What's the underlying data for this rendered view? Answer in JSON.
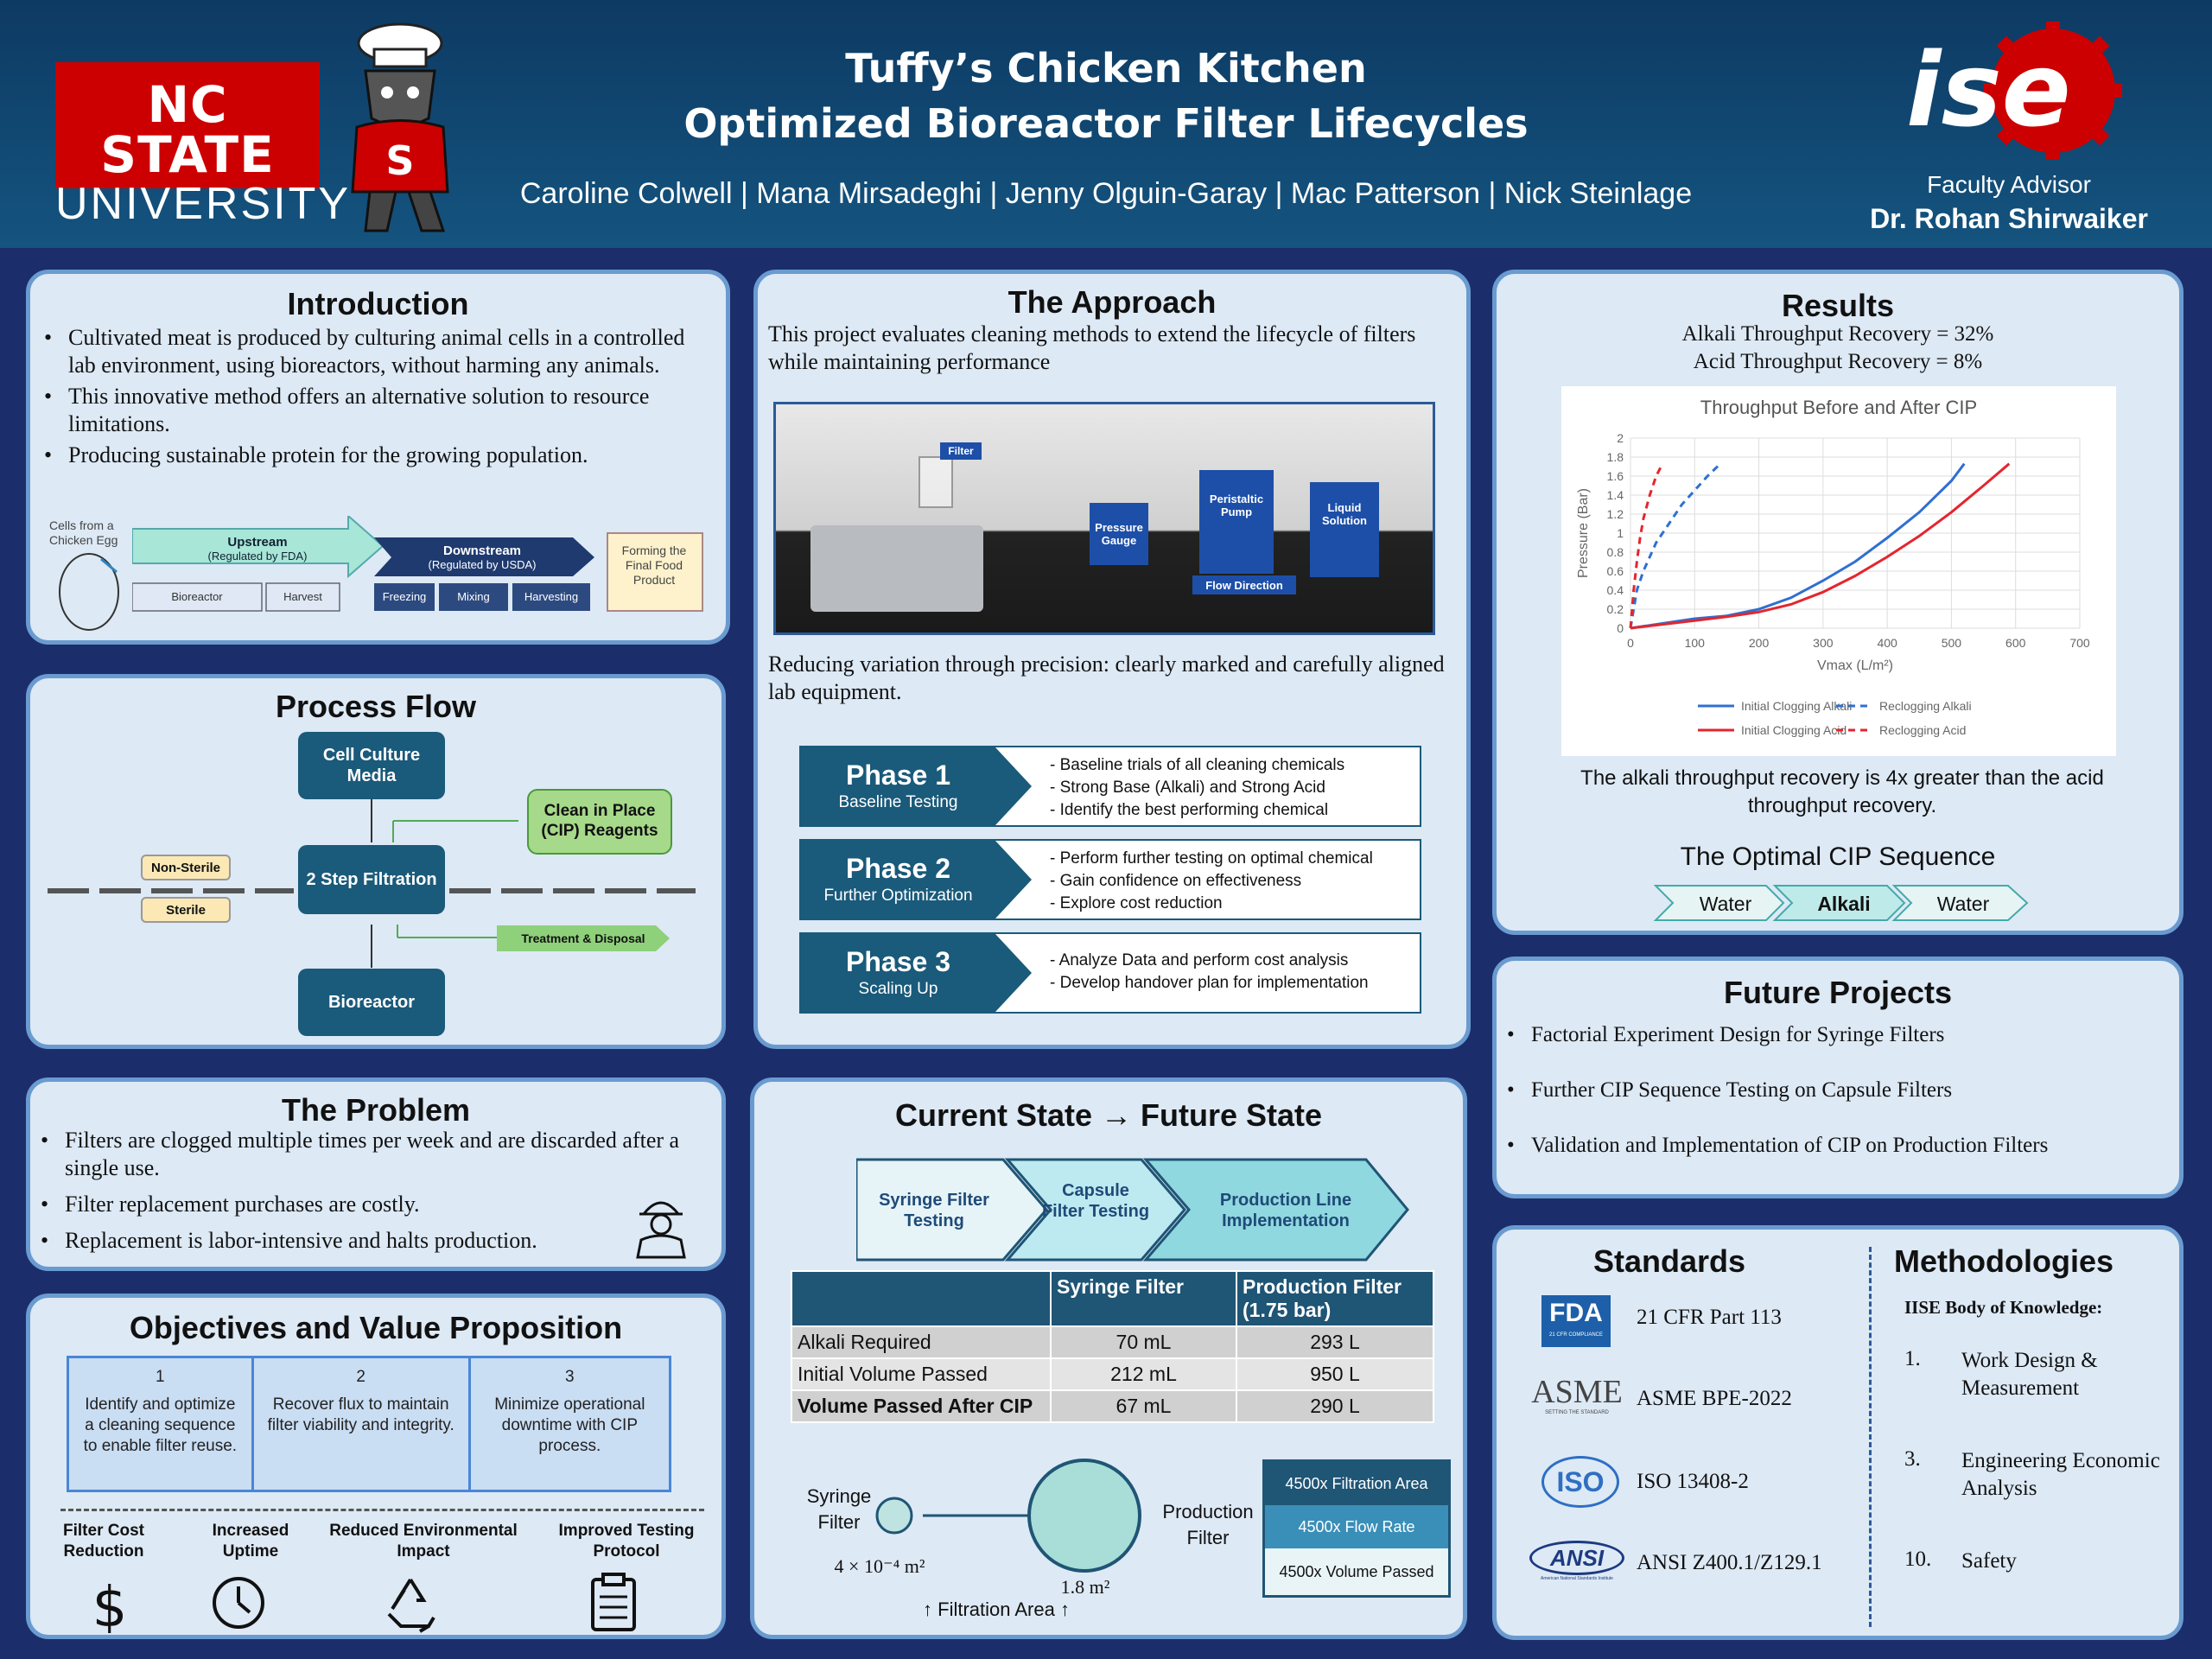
{
  "header": {
    "logo_line1": "NC STATE",
    "logo_line2": "UNIVERSITY",
    "mascot_letter": "S",
    "title_line1": "Tuffy’s Chicken Kitchen",
    "title_line2": "Optimized Bioreactor Filter Lifecycles",
    "authors": "Caroline Colwell | Mana Mirsadeghi | Jenny Olguin-Garay | Mac Patterson | Nick Steinlage",
    "ise_logo": "ise",
    "advisor_label": "Faculty Advisor",
    "advisor_name": "Dr. Rohan Shirwaiker",
    "brand_red": "#cc0000"
  },
  "introduction": {
    "title": "Introduction",
    "bullets": [
      "Cultivated meat is produced by culturing animal cells in a controlled lab environment, using bioreactors, without harming any animals.",
      "This innovative method offers an alternative solution to resource limitations.",
      "Producing sustainable protein for the growing population."
    ],
    "diagram": {
      "egg_label": "Cells from a Chicken Egg",
      "upstream": "Upstream",
      "upstream_sub": "(Regulated by FDA)",
      "downstream": "Downstream",
      "downstream_sub": "(Regulated by USDA)",
      "up_steps": [
        "Bioreactor",
        "Harvest"
      ],
      "down_steps": [
        "Freezing",
        "Mixing",
        "Harvesting"
      ],
      "final": "Forming the Final Food Product"
    }
  },
  "process_flow": {
    "title": "Process Flow",
    "cell_media": "Cell Culture Media",
    "filtration": "2 Step Filtration",
    "bioreactor": "Bioreactor",
    "cip": "Clean in Place (CIP) Reagents",
    "treatment": "Treatment & Disposal",
    "non_sterile": "Non-Sterile",
    "sterile": "Sterile"
  },
  "problem": {
    "title": "The Problem",
    "bullets": [
      "Filters are clogged multiple times per week and are discarded after a single use.",
      "Filter replacement purchases are costly.",
      "Replacement is labor-intensive and halts production."
    ],
    "icon": "worker-icon"
  },
  "objectives": {
    "title": "Objectives and Value Proposition",
    "items": [
      {
        "num": "1",
        "text": "Identify and optimize a cleaning sequence to enable filter reuse."
      },
      {
        "num": "2",
        "text": "Recover flux to maintain filter viability and integrity."
      },
      {
        "num": "3",
        "text": "Minimize operational downtime with CIP process."
      }
    ],
    "values": [
      {
        "label": "Filter Cost Reduction",
        "icon": "dollar-icon"
      },
      {
        "label": "Increased Uptime",
        "icon": "clock-icon"
      },
      {
        "label": "Reduced Environmental Impact",
        "icon": "recycle-icon"
      },
      {
        "label": "Improved Testing Protocol",
        "icon": "clipboard-icon"
      }
    ]
  },
  "approach": {
    "title": "The Approach",
    "intro": "This project evaluates cleaning methods to extend the lifecycle of filters while maintaining performance",
    "photo_labels": {
      "filter": "Filter",
      "gauge": "Pressure Gauge",
      "pump": "Peristaltic Pump",
      "solution": "Liquid Solution",
      "flow": "Flow Direction"
    },
    "caption": "Reducing variation through precision: clearly marked and carefully aligned lab equipment.",
    "phases": [
      {
        "name": "Phase 1",
        "sub": "Baseline Testing",
        "items": [
          "Baseline trials of all cleaning chemicals",
          "Strong Base (Alkali) and Strong Acid",
          "Identify the best performing chemical"
        ]
      },
      {
        "name": "Phase 2",
        "sub": "Further Optimization",
        "items": [
          "Perform further testing on optimal chemical",
          "Gain confidence on effectiveness",
          "Explore cost reduction"
        ]
      },
      {
        "name": "Phase 3",
        "sub": "Scaling Up",
        "items": [
          "Analyze Data and perform cost analysis",
          "Develop handover plan for implementation"
        ]
      }
    ]
  },
  "current_future": {
    "title": "Current State → Future State",
    "steps": [
      "Syringe Filter Testing",
      "Capsule Filter Testing",
      "Production Line Implementation"
    ],
    "table": {
      "headers": [
        "",
        "Syringe Filter",
        "Production Filter (1.75 bar)"
      ],
      "rows": [
        [
          "Alkali Required",
          "70 mL",
          "293 L"
        ],
        [
          "Initial Volume Passed",
          "212 mL",
          "950 L"
        ],
        [
          "Volume Passed After CIP",
          "67 mL",
          "290 L"
        ]
      ]
    },
    "scale": {
      "syringe_label": "Syringe Filter",
      "syringe_area": "4 × 10⁻⁴ m²",
      "production_label": "Production Filter",
      "production_area": "1.8 m²",
      "area_caption": "↑ Filtration Area ↑",
      "stats": [
        "4500x Filtration Area",
        "4500x Flow Rate",
        "4500x Volume Passed"
      ]
    }
  },
  "results": {
    "title": "Results",
    "alkali_recovery": "Alkali Throughput Recovery = 32%",
    "acid_recovery": "Acid Throughput Recovery =  8%",
    "summary": "The alkali throughput recovery is 4x greater than the acid throughput recovery.",
    "cip_title": "The Optimal CIP Sequence",
    "cip_steps": [
      "Water",
      "Alkali",
      "Water"
    ]
  },
  "chart_data": {
    "type": "line",
    "title": "Throughput Before and After CIP",
    "xlabel": "Vmax (L/m²)",
    "ylabel": "Pressure (Bar)",
    "xlim": [
      0,
      700
    ],
    "ylim": [
      0,
      2
    ],
    "xticks": [
      0,
      100,
      200,
      300,
      400,
      500,
      600,
      700
    ],
    "yticks": [
      0,
      0.2,
      0.4,
      0.6,
      0.8,
      1,
      1.2,
      1.4,
      1.6,
      1.8,
      2
    ],
    "grid": true,
    "legend_position": "bottom",
    "series": [
      {
        "name": "Initial Clogging Alkali",
        "color": "#2f6fd1",
        "dash": false,
        "x": [
          0,
          50,
          100,
          150,
          200,
          250,
          300,
          350,
          400,
          450,
          500,
          520
        ],
        "y": [
          0,
          0.05,
          0.1,
          0.13,
          0.2,
          0.32,
          0.5,
          0.7,
          0.95,
          1.22,
          1.55,
          1.73
        ]
      },
      {
        "name": "Initial Clogging Acid",
        "color": "#e3262e",
        "dash": false,
        "x": [
          0,
          50,
          100,
          150,
          200,
          250,
          300,
          350,
          400,
          450,
          500,
          550,
          590
        ],
        "y": [
          0,
          0.04,
          0.08,
          0.12,
          0.17,
          0.25,
          0.38,
          0.55,
          0.75,
          0.97,
          1.22,
          1.5,
          1.73
        ]
      },
      {
        "name": "Reclogging Alkali",
        "color": "#2f6fd1",
        "dash": true,
        "x": [
          0,
          10,
          20,
          40,
          60,
          80,
          100,
          120,
          140
        ],
        "y": [
          0,
          0.4,
          0.6,
          0.9,
          1.1,
          1.3,
          1.45,
          1.6,
          1.73
        ]
      },
      {
        "name": "Reclogging Acid",
        "color": "#e3262e",
        "dash": true,
        "x": [
          0,
          5,
          10,
          15,
          20,
          30,
          40,
          50
        ],
        "y": [
          0,
          0.4,
          0.7,
          0.95,
          1.15,
          1.4,
          1.6,
          1.73
        ]
      }
    ]
  },
  "future_projects": {
    "title": "Future Projects",
    "bullets": [
      "Factorial Experiment Design for Syringe Filters",
      "Further CIP Sequence Testing on Capsule Filters",
      "Validation and Implementation of CIP on Production Filters"
    ]
  },
  "standards": {
    "title": "Standards",
    "items": [
      {
        "logo": "FDA",
        "logo_sub": "21 CFR COMPLIANCE",
        "text": "21 CFR Part 113"
      },
      {
        "logo": "ASME",
        "logo_sub": "SETTING THE STANDARD",
        "text": "ASME BPE-2022"
      },
      {
        "logo": "ISO",
        "logo_sub": "",
        "text": "ISO 13408-2"
      },
      {
        "logo": "ANSI",
        "logo_sub": "American National Standards Institute",
        "text": "ANSI Z400.1/Z129.1"
      }
    ]
  },
  "methodologies": {
    "title": "Methodologies",
    "heading": "IISE Body of Knowledge:",
    "items": [
      {
        "num": "1.",
        "text": "Work Design & Measurement"
      },
      {
        "num": "3.",
        "text": "Engineering Economic Analysis"
      },
      {
        "num": "10.",
        "text": "Safety"
      }
    ]
  }
}
